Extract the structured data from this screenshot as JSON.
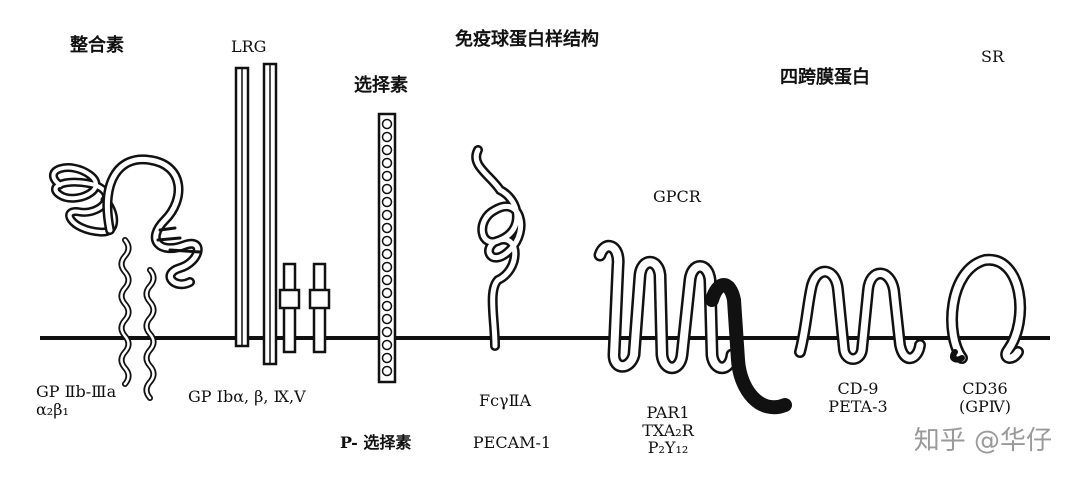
{
  "headings": {
    "integrin": "整合素",
    "lrg": "LRG",
    "selectin": "选择素",
    "ig_like": "免疫球蛋白样结构",
    "gpcr": "GPCR",
    "tetraspanin": "四跨膜蛋白",
    "sr": "SR"
  },
  "labels": {
    "integrin_1": "GP Ⅱb-Ⅲa",
    "integrin_2": "α₂β₁",
    "lrg_1": "GP Ⅰbα, β, Ⅸ,Ⅴ",
    "selectin_1": "P- 选择素",
    "ig_1": "FcγⅡA",
    "ig_2": "PECAM-1",
    "gpcr_1": "PAR1",
    "gpcr_2": "TXA₂R",
    "gpcr_3": "P₂Y₁₂",
    "tetra_1": "CD-9",
    "tetra_2": "PETA-3",
    "sr_1": "CD36",
    "sr_2": "(GPⅣ)"
  },
  "watermark": "知乎 @华仔",
  "colors": {
    "ink": "#111111",
    "fill": "#ffffff",
    "watermark": "#9a9a9a"
  }
}
